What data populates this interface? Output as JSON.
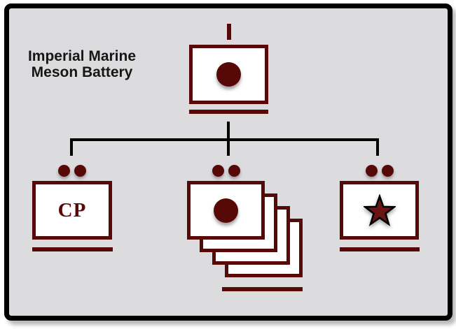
{
  "title": {
    "line1": "Imperial Marine",
    "line2": "Meson Battery"
  },
  "colors": {
    "maroon": "#570908",
    "star_fill": "#6b1414",
    "frame_bg": "#dcdcde",
    "frame_border": "#000000",
    "connector": "#000000",
    "title_text": "#161616",
    "box_fill": "#ffffff"
  },
  "org": {
    "root": {
      "echelon_ticks": 1,
      "symbol": "filled-circle-icon"
    },
    "children": [
      {
        "echelon_dots": 2,
        "symbol": "text-label",
        "label": "CP"
      },
      {
        "echelon_dots": 2,
        "symbol": "filled-circle-icon",
        "stack_count": 4
      },
      {
        "echelon_dots": 2,
        "symbol": "star-icon"
      }
    ]
  }
}
